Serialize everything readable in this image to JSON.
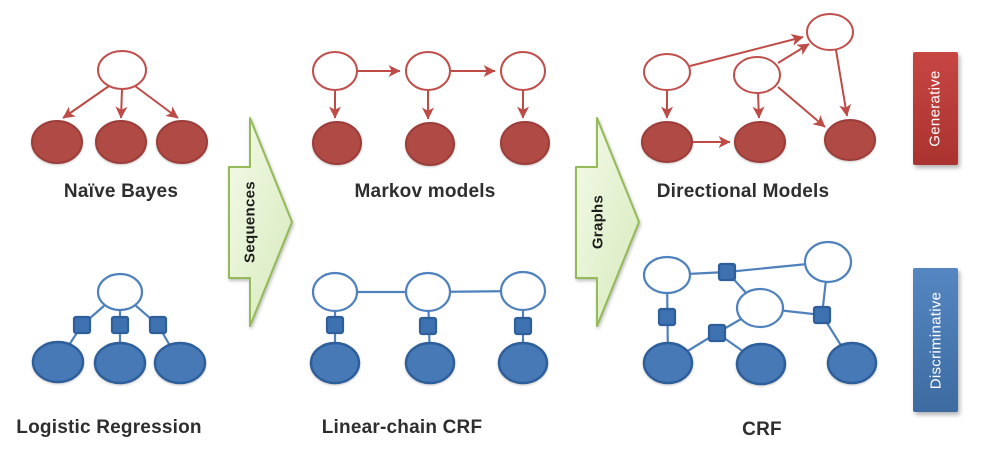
{
  "banners": {
    "generative": "Generative",
    "discriminative": "Discriminative"
  },
  "transitions": {
    "sequences": "Sequences",
    "graphs": "Graphs"
  },
  "diagrams": {
    "naive_bayes": {
      "label": "Naïve Bayes"
    },
    "markov": {
      "label": "Markov models"
    },
    "directional": {
      "label": "Directional Models"
    },
    "logistic": {
      "label": "Logistic Regression"
    },
    "linear_crf": {
      "label": "Linear-chain CRF"
    },
    "crf": {
      "label": "CRF"
    }
  },
  "colors": {
    "generative_node_fill": "#b04a45",
    "generative_line": "#bf4b47",
    "discriminative_node_fill": "#4679b6",
    "discriminative_line": "#4f81bd",
    "factor_square_fill": "#3d71b0",
    "transition_arrow_fill": "#e4f2cd",
    "transition_arrow_stroke": "#95ba58",
    "generative_banner": "#b53633",
    "discriminative_banner": "#4a7bb5"
  }
}
